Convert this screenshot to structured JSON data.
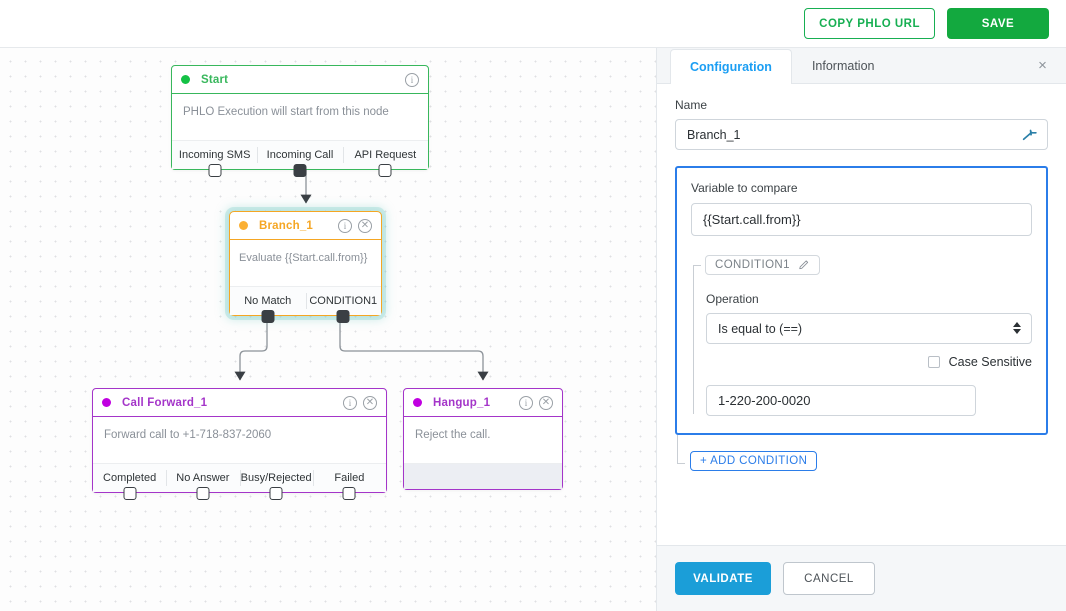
{
  "toolbar": {
    "copy_url_label": "COPY PHLO URL",
    "save_label": "SAVE"
  },
  "canvas": {
    "nodes": [
      {
        "id": "start",
        "title": "Start",
        "body": "PHLO Execution will start from this node",
        "accent": "#38b75c",
        "ports": [
          {
            "label": "Incoming SMS",
            "connected": false
          },
          {
            "label": "Incoming Call",
            "connected": true
          },
          {
            "label": "API Request",
            "connected": false
          }
        ]
      },
      {
        "id": "branch",
        "title": "Branch_1",
        "body": "Evaluate {{Start.call.from}}",
        "accent": "#f5a623",
        "selected": true,
        "ports": [
          {
            "label": "No Match",
            "connected": true
          },
          {
            "label": "CONDITION1",
            "connected": true
          }
        ]
      },
      {
        "id": "callforward",
        "title": "Call Forward_1",
        "body": "Forward call to +1-718-837-2060",
        "accent": "#a435c9",
        "ports": [
          {
            "label": "Completed",
            "connected": false
          },
          {
            "label": "No Answer",
            "connected": false
          },
          {
            "label": "Busy/Rejected",
            "connected": false
          },
          {
            "label": "Failed",
            "connected": false
          }
        ]
      },
      {
        "id": "hangup",
        "title": "Hangup_1",
        "body": "Reject the call.",
        "accent": "#a435c9",
        "ports": []
      }
    ]
  },
  "panel": {
    "tabs": [
      {
        "label": "Configuration",
        "active": true
      },
      {
        "label": "Information",
        "active": false
      }
    ],
    "close_label": "×",
    "name_label": "Name",
    "name_value": "Branch_1",
    "variable_label": "Variable to compare",
    "variable_value": "{{Start.call.from}}",
    "condition_chip": "CONDITION1",
    "operation_label": "Operation",
    "operation_value": "Is equal to (==)",
    "operation_options": [
      "Is equal to (==)"
    ],
    "case_sensitive_label": "Case Sensitive",
    "case_sensitive_checked": false,
    "compare_value": "1-220-200-0020",
    "add_condition_label": "+ ADD CONDITION",
    "validate_label": "VALIDATE",
    "cancel_label": "CANCEL"
  },
  "colors": {
    "green": "#13a93f",
    "blue": "#1b9ef3",
    "purple": "#a435c9",
    "orange": "#f5a623",
    "panel_highlight": "#2b7de9"
  }
}
